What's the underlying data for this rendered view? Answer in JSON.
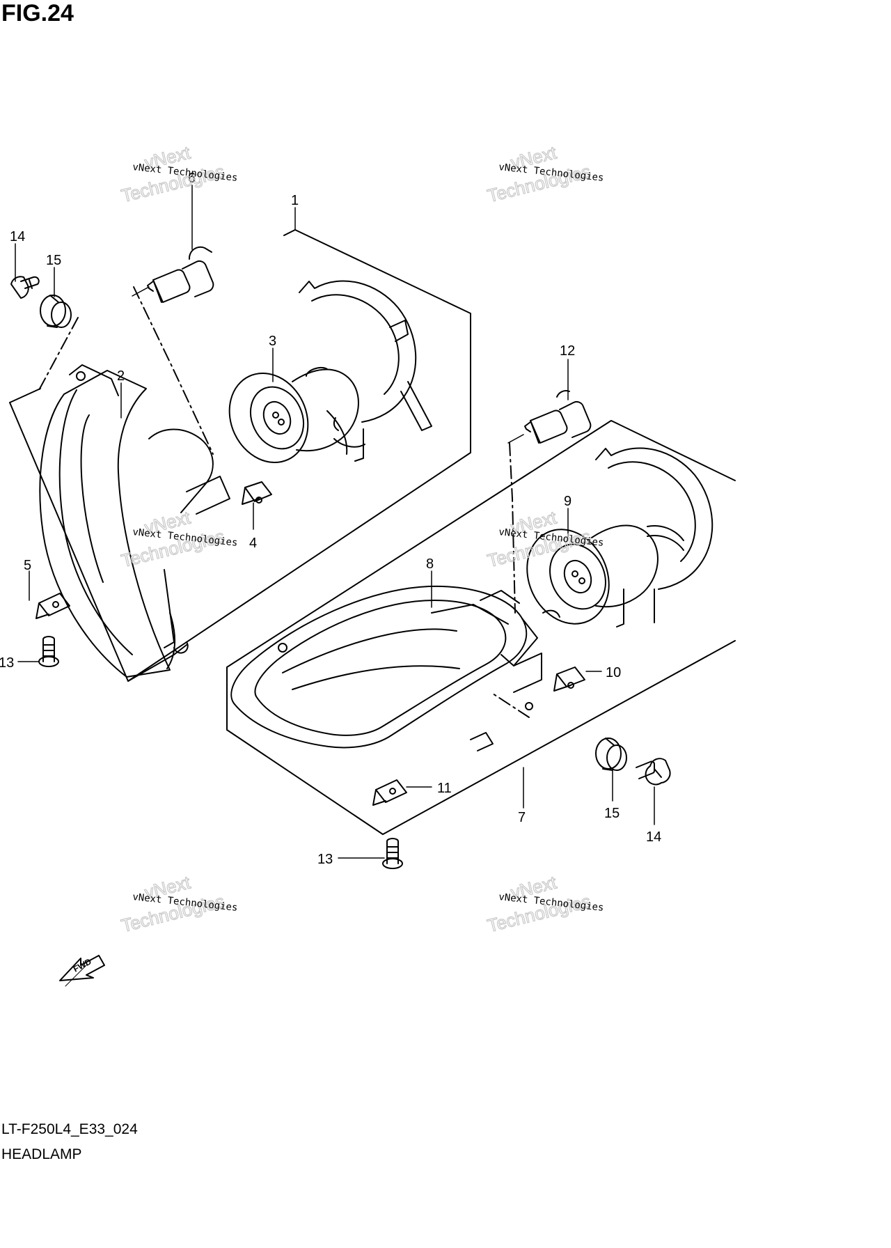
{
  "figure": {
    "title": "FIG.24",
    "model_code": "LT-F250L4_E33_024",
    "section_name": "HEADLAMP",
    "fwd_label": "FWD"
  },
  "callouts": {
    "c1": "1",
    "c2": "2",
    "c3": "3",
    "c4": "4",
    "c5": "5",
    "c6": "6",
    "c7": "7",
    "c8": "8",
    "c9": "9",
    "c10": "10",
    "c11": "11",
    "c12": "12",
    "c13a": "13",
    "c13b": "13",
    "c14a": "14",
    "c14b": "14",
    "c15a": "15",
    "c15b": "15"
  },
  "watermark": {
    "line_small": "vNext Technologies",
    "line_big": "Technologies",
    "line_top": "vNext"
  }
}
